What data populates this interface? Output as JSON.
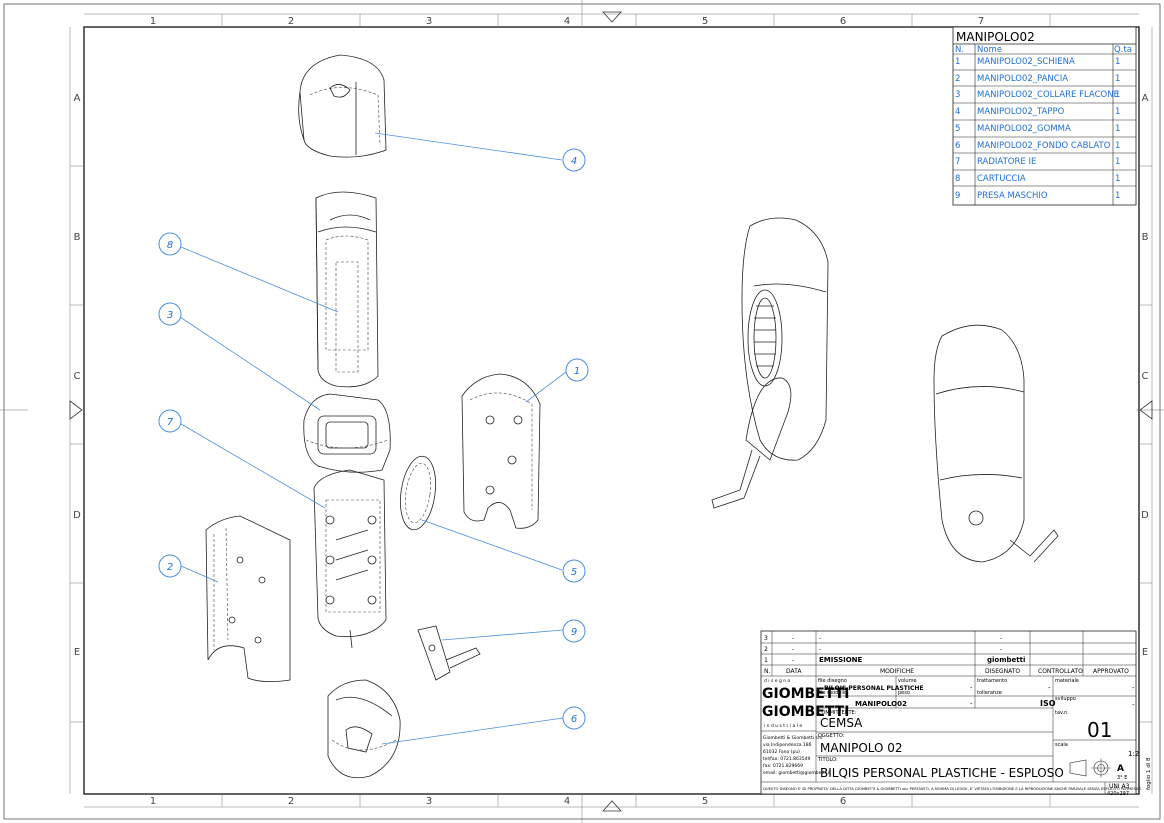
{
  "frame": {
    "columns": [
      "1",
      "2",
      "3",
      "4",
      "5",
      "6",
      "7"
    ],
    "rows": [
      "A",
      "B",
      "C",
      "D",
      "E"
    ]
  },
  "parts_list": {
    "title": "MANIPOLO02",
    "headers": {
      "n": "N.",
      "name": "Nome",
      "qty": "Q.ta"
    },
    "items": [
      {
        "n": "1",
        "name": "MANIPOLO02_SCHIENA",
        "qty": "1"
      },
      {
        "n": "2",
        "name": "MANIPOLO02_PANCIA",
        "qty": "1"
      },
      {
        "n": "3",
        "name": "MANIPOLO02_COLLARE FLACONE",
        "qty": "1"
      },
      {
        "n": "4",
        "name": "MANIPOLO02_TAPPO",
        "qty": "1"
      },
      {
        "n": "5",
        "name": "MANIPOLO02_GOMMA",
        "qty": "1"
      },
      {
        "n": "6",
        "name": "MANIPOLO02_FONDO CABLATO",
        "qty": "1"
      },
      {
        "n": "7",
        "name": "RADIATORE IE",
        "qty": "1"
      },
      {
        "n": "8",
        "name": "CARTUCCIA",
        "qty": "1"
      },
      {
        "n": "9",
        "name": "PRESA MASCHIO",
        "qty": "1"
      }
    ]
  },
  "balloons": [
    "4",
    "8",
    "3",
    "7",
    "2",
    "1",
    "5",
    "9",
    "6"
  ],
  "title_block": {
    "revisions": [
      {
        "n": "3",
        "date": "-",
        "mod": "-",
        "by": "-"
      },
      {
        "n": "2",
        "date": "-",
        "mod": "-",
        "by": "-"
      },
      {
        "n": "1",
        "date": "-",
        "mod": "EMISSIONE",
        "by": "giombetti"
      }
    ],
    "rev_headers": {
      "n": "N.",
      "date": "DATA",
      "mod": "MODIFICHE",
      "drawn": "DISEGNATO",
      "checked": "CONTROLLATO",
      "approved": "APPROVATO"
    },
    "logo_top": "GIOMBETTI",
    "logo_bottom": "GIOMBETTI",
    "logo_tag1": "d i s e g n o",
    "logo_tag2": "i n d u s t r i a l e",
    "company_lines": [
      "Giombetti & Giombetti snc",
      "via Indipendenza 186",
      "61032 Fano (pu)",
      "tel/fax: 0721.863549",
      "fax: 0721.829669",
      "email: giombetti@giombetti.it"
    ],
    "file_disegno_label": "file disegno",
    "file_disegno": "BILQIS PERSONAL PLASTICHE",
    "file_modello_label": "file modello",
    "file_modello": "MANIPOLO02",
    "volume_label": "volume",
    "volume": "-",
    "peso_label": "peso",
    "peso": "-",
    "trattamento_label": "trattamento",
    "trattamento": "-",
    "tolleranze_label": "tolleranze",
    "tolleranze": "ISO",
    "materiale_label": "materiale",
    "materiale": "-",
    "sviluppo_label": "sviluppo",
    "sviluppo": "-",
    "committente_label": "COMMITTENTE:",
    "committente": "CEMSA",
    "oggetto_label": "OGGETTO:",
    "oggetto": "MANIPOLO 02",
    "titolo_label": "TITOLO:",
    "titolo": "BILQIS PERSONAL PLASTICHE - ESPLOSO",
    "tav_label": "tav.n.",
    "tav": "01",
    "scala_label": "scala",
    "scala": "1:2",
    "format": "A",
    "format_sub": "3° E",
    "foglio": "foglio 1 di 8",
    "uni": "UNI A3",
    "uni_size": "420x297",
    "disclaimer": "QUESTO DISEGNO E' DI PROPRIETA' DELLA DITTA GIOMBETTI & GIOMBETTI snc PERTANTO, A NORMA DI LEGGE, E' VIETATA L'ESIBIZIONE E LA RIPRODUZIONE ANCHE PARZIALE SENZA ESPLICITO PERMESSO"
  }
}
